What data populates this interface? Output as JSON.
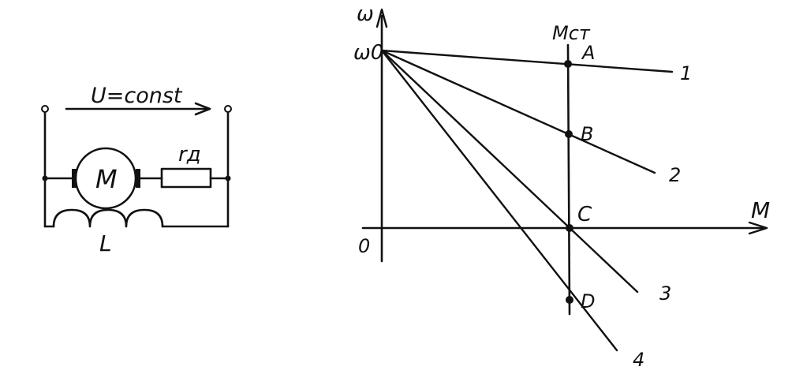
{
  "circuit": {
    "voltage_label": "U=const",
    "motor_label": "M",
    "resistor_label": "rд",
    "inductor_label": "L"
  },
  "graph": {
    "y_axis_label": "ω",
    "x_axis_label": "M",
    "w0_label": "ω0",
    "origin_label": "0",
    "load_line_label": "Mст",
    "points": [
      {
        "label": "A"
      },
      {
        "label": "B"
      },
      {
        "label": "C"
      },
      {
        "label": "D"
      }
    ],
    "curves": [
      {
        "label": "1"
      },
      {
        "label": "2"
      },
      {
        "label": "3"
      },
      {
        "label": "4"
      }
    ]
  },
  "colors": {
    "ink": "#111111",
    "background": "#ffffff"
  }
}
